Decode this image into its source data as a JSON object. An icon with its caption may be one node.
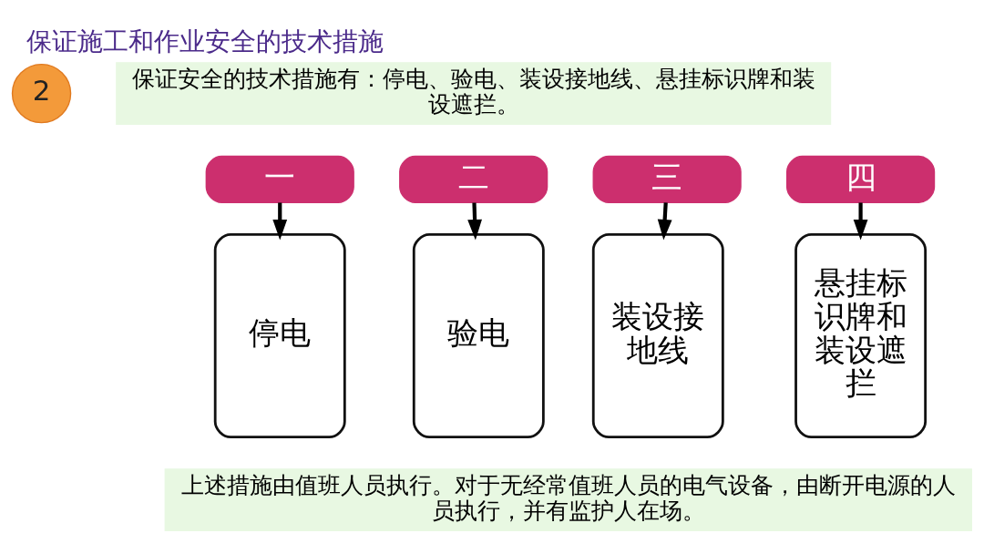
{
  "diagram": {
    "title": "保证施工和作业安全的技术措施",
    "nodes": [
      {
        "text": [
          "2"
        ]
      },
      {
        "text": [
          "保证安全的技术措施有：停电、验电、装设接地线、悬挂标识牌和装设遮拦。"
        ]
      },
      {
        "text": [
          "一"
        ]
      },
      {
        "text": [
          "二"
        ]
      },
      {
        "text": [
          "三"
        ]
      },
      {
        "text": [
          "四"
        ]
      },
      {
        "text": [
          "停电"
        ]
      },
      {
        "text": [
          "验电"
        ]
      },
      {
        "text": [
          "装设接地线"
        ]
      },
      {
        "text": [
          "悬挂标识牌和装设遮拦"
        ]
      },
      {
        "text": [
          "上述措施由值班人员执行。对于无经常值班人员的电气设备，由断开电源的人员执行，并有监护人在场。"
        ]
      }
    ],
    "edges": [
      {
        "from": 2,
        "to": 6,
        "arrow": "to"
      },
      {
        "from": 3,
        "to": 7,
        "arrow": "to"
      },
      {
        "from": 4,
        "to": 8,
        "arrow": "to"
      },
      {
        "from": 5,
        "to": 9,
        "arrow": "to"
      }
    ]
  }
}
